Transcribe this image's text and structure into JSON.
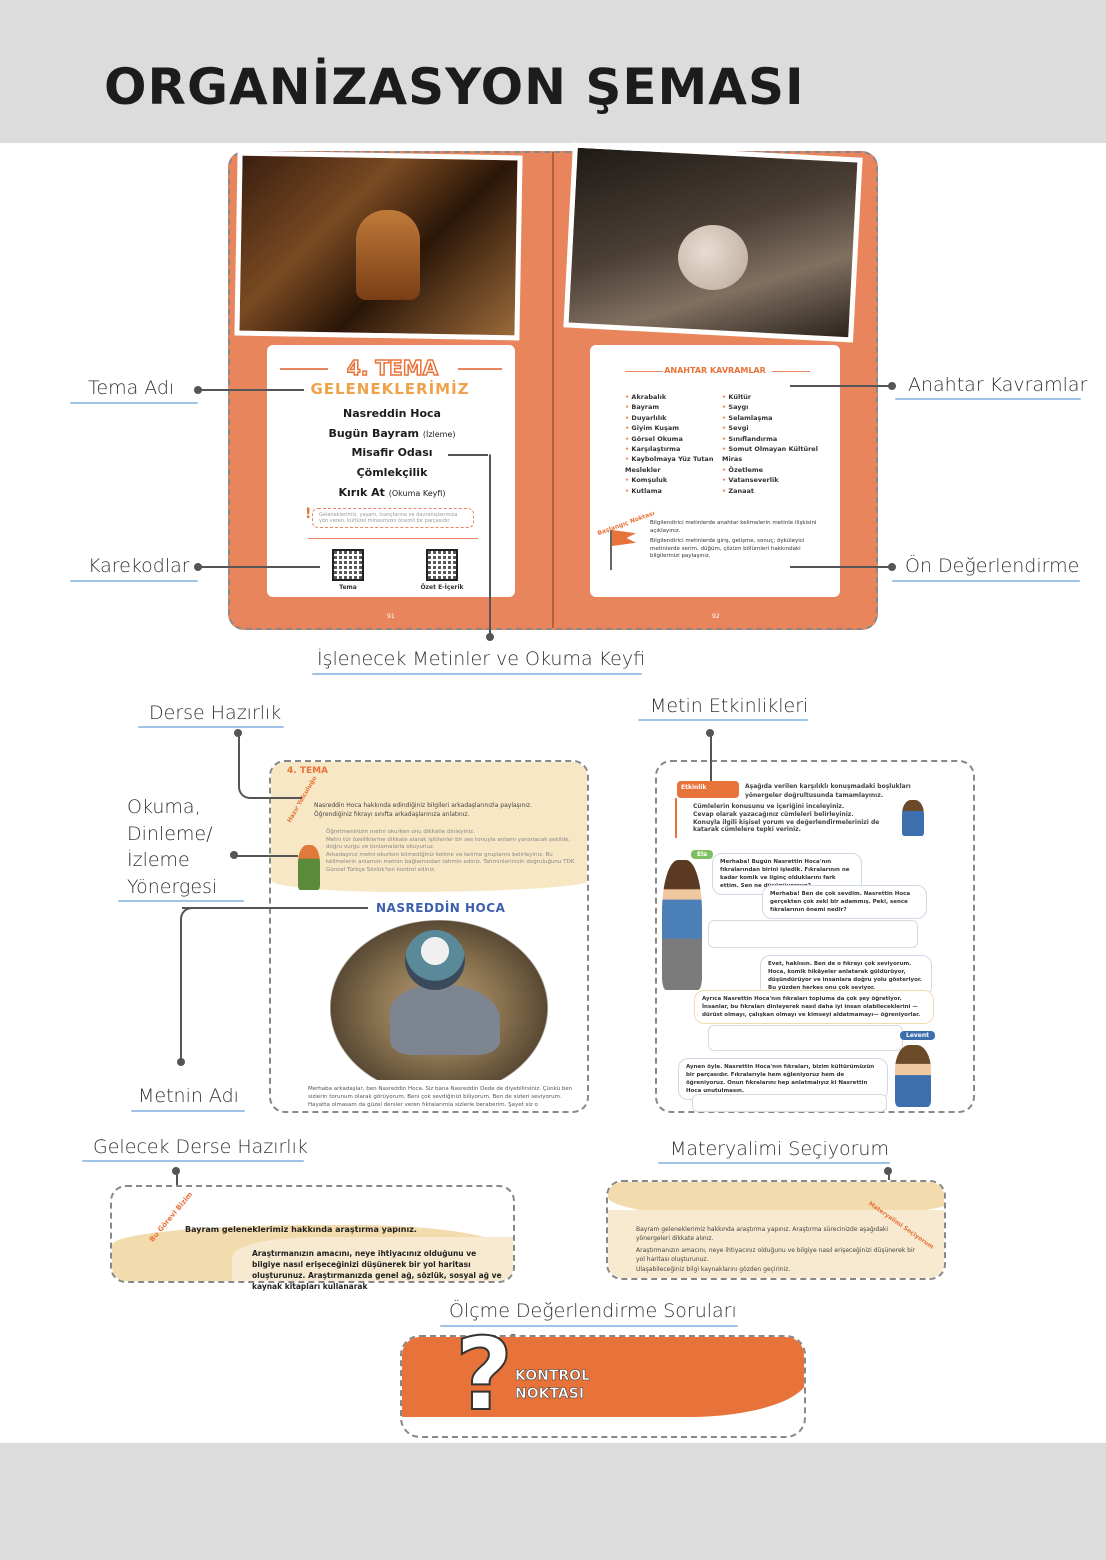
{
  "page": {
    "title": "ORGANİZASYON ŞEMASI"
  },
  "callouts": {
    "tema_adi": "Tema Adı",
    "anahtar_kavramlar": "Anahtar Kavramlar",
    "karekodlar": "Karekodlar",
    "on_degerlendirme": "Ön Değerlendirme",
    "islenecek_metinler": "İşlenecek Metinler ve Okuma Keyfi",
    "derse_hazirlik": "Derse Hazırlık",
    "metin_etkinlikleri": "Metin Etkinlikleri",
    "okuma_l1": "Okuma,",
    "okuma_l2": "Dinleme/",
    "okuma_l3": "İzleme",
    "okuma_l4": "Yönergesi",
    "metnin_adi": "Metnin Adı",
    "gelecek_derse": "Gelecek Derse Hazırlık",
    "materyalimi": "Materyalimi Seçiyorum",
    "olcme": "Ölçme Değerlendirme Soruları"
  },
  "left_page": {
    "tema_number": "4. TEMA",
    "tema_name": "GELENEKLERİMİZ",
    "texts": [
      {
        "title": "Nasreddin Hoca",
        "note": ""
      },
      {
        "title": "Bugün Bayram",
        "note": "(İzleme)"
      },
      {
        "title": "Misafir Odası",
        "note": ""
      },
      {
        "title": "Çömlekçilik",
        "note": ""
      },
      {
        "title": "Kırık At",
        "note": "(Okuma Keyfi)"
      }
    ],
    "note_text": "Geleneklerimiz, yaşam, inançlarına ve davranışlarımıza yön veren, kültürel mirasımızın önemli bir parçasıdır.",
    "qr_labels": [
      "Tema",
      "Özet E-İçerik"
    ],
    "page_number": "91"
  },
  "right_page": {
    "keywords_title": "ANAHTAR KAVRAMLAR",
    "keywords_col1": [
      "Akrabalık",
      "Bayram",
      "Duyarlılık",
      "Giyim Kuşam",
      "Görsel Okuma",
      "Karşılaştırma",
      "Kaybolmaya Yüz Tutan Meslekler",
      "Komşuluk",
      "Kutlama"
    ],
    "keywords_col2": [
      "Kültür",
      "Saygı",
      "Selamlaşma",
      "Sevgi",
      "Sınıflandırma",
      "Somut Olmayan Kültürel Miras",
      "Özetleme",
      "Vatanseverlik",
      "Zanaat"
    ],
    "baslangic_label": "Başlangıç Noktası",
    "pre_eval_1": "Bilgilendirici metinlerde anahtar kelimelerin metinle ilişkisini açıklayınız.",
    "pre_eval_2": "Bilgilendirici metinlerde giriş, gelişme, sonuç; öyküleyici metinlerde serim, düğüm, çözüm bölümleri hakkındaki bilgilerinizi paylaşınız.",
    "page_number": "92"
  },
  "lesson_page": {
    "tema_tag": "4. TEMA",
    "hazirlik_label": "Hazır Yolculuğu",
    "prep_1": "Nasreddin Hoca hakkında edindiğiniz bilgileri arkadaşlarınızla paylaşınız.",
    "prep_2": "Öğrendiğiniz fıkrayı sınıfta arkadaşlarınıza anlatınız.",
    "inst_1": "Öğretmeninizin metni okurken onu dikkatle dinleyiniz.",
    "inst_2": "Metni tür özelliklerine dikkate alarak işitilenler bir ses tonuyla anlamı yansıtacak şekilde, doğru vurgu ve tonlamalarla okuyunuz.",
    "inst_3": "Arkadaşınız metni okurken bilmediğiniz kelime ve kelime gruplarını belirleyiniz. Bu kelimelerin anlamını metnin bağlamından tahmin ediniz. Tahminlerinizin doğruluğunu TDK Güncel Türkçe Sözlük'ten kontrol ediniz.",
    "story_title": "NASREDDİN HOCA",
    "story_body": "Merhaba arkadaşlar, ben Nasreddin Hoca. Siz bana Nasreddin Dede de diyebilirsiniz. Çünkü ben sizlerin torunum olarak görüyorum. Beni çok sevdiğinizi biliyorum. Ben de sizleri seviyorum. Hayatta olmasam da güzel dersler veren fıkralarımla sizlerle beraberim. Şayet siz o"
  },
  "activity_page": {
    "etkinlik_label": "Etkinlik",
    "instruction": "Aşağıda verilen karşılıklı konuşmadaki boşlukları yönergeler doğrultusunda tamamlayınız.",
    "bullet_1": "Cümlelerin konusunu ve içeriğini inceleyiniz.",
    "bullet_2": "Cevap olarak yazacağınız cümleleri belirleyiniz.",
    "bullet_3": "Konuyla ilgili kişisel yorum ve değerlendirmelerinizi de katarak cümlelere tepki veriniz.",
    "name_1": "Ela",
    "name_2": "Levent",
    "speech_1": "Merhaba! Bugün Nasrettin Hoca'nın fıkralarından birini işledik. Fıkralarının ne kadar komik ve ilginç olduklarını fark ettim. Sen ne düşünüyorsun?",
    "speech_2": "Merhaba! Ben de çok sevdim. Nasrettin Hoca gerçekten çok zeki bir adammış. Peki, sence fıkralarının önemi nedir?",
    "speech_3": "Evet, haklısın. Ben de o fıkrayı çok seviyorum. Hoca, komik hikâyeler anlatarak güldürüyor, düşündürüyor ve insanlara doğru yolu gösteriyor. Bu yüzden herkes onu çok seviyor.",
    "speech_4": "Ayrıca Nasrettin Hoca'nın fıkraları topluma da çok şey öğretiyor. İnsanlar, bu fıkraları dinleyerek nasıl daha iyi insan olabileceklerini —dürüst olmayı, çalışkan olmayı ve kimseyi aldatmamayı— öğreniyorlar.",
    "speech_5": "Aynen öyle. Nasrettin Hoca'nın fıkraları, bizim kültürümüzün bir parçasıdır. Fıkralarıyla hem eğleniyoruz hem de öğreniyoruz. Onun fıkralarını hep anlatmalıyız ki Nasrettin Hoca unutulmasın."
  },
  "next_lesson": {
    "label": "Bu Görevi Bizim",
    "task": "Bayram geleneklerimiz hakkında araştırma yapınız.",
    "detail": "Araştırmanızın amacını, neye ihtiyacınız olduğunu ve bilgiye nasıl erişeceğinizi düşünerek bir yol haritası oluşturunuz. Araştırmanızda genel ağ, sözlük, sosyal ağ ve kaynak kitapları kullanarak"
  },
  "materyal": {
    "label": "Materyalimi Seçiyorum",
    "text_1": "Bayram geleneklerimiz hakkında araştırma yapınız. Araştırma sürecinizde aşağıdaki yönergeleri dikkate alınız.",
    "text_2": "Araştırmanızın amacını, neye ihtiyacınız olduğunu ve bilgiye nasıl erişeceğinizi düşünerek bir yol haritası oluşturunuz.",
    "text_3": "Ulaşabileceğiniz bilgi kaynaklarını gözden geçiriniz."
  },
  "kontrol": {
    "line1": "KONTROL",
    "line2": "NOKTASI",
    "symbol": "?"
  }
}
